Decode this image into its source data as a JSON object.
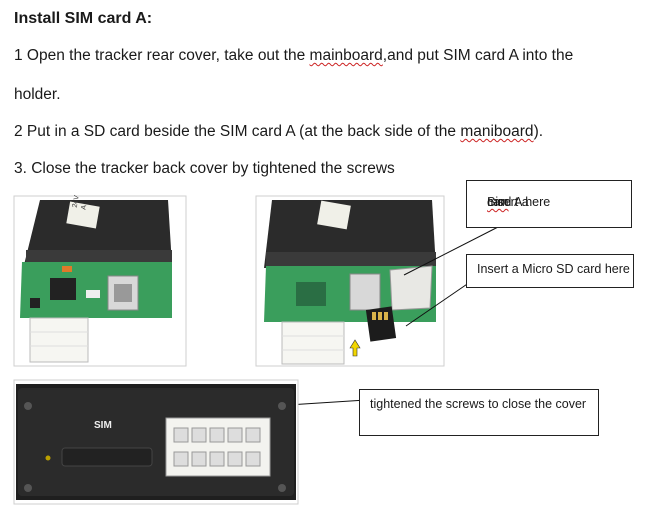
{
  "title": "Install SIM card A:",
  "steps": {
    "s1_pre": "1 Open the tracker rear cover, take out the ",
    "s1_word": "mainboard",
    "s1_post": ",and put SIM card A into the",
    "s1_cont": "holder.",
    "s2_pre": "2 Put in a SD card beside the SIM card A (at the back side of the ",
    "s2_word": "maniboard",
    "s2_post": ").",
    "s3": "3. Close the tracker back cover by tightened the screws"
  },
  "callouts": {
    "sim_pre": "Insert a ",
    "sim_word": "Sim",
    "sim_post": " card A here",
    "sd": "Insert a Micro SD card here",
    "screws": "tightened the screws to close the cover"
  },
  "device": {
    "sim_label": "SIM",
    "rating_1": "24V",
    "rating_2": "A"
  },
  "colors": {
    "pcb": "#3a9e5c",
    "case": "#2b2b2b",
    "arrow": "#f2d600"
  }
}
